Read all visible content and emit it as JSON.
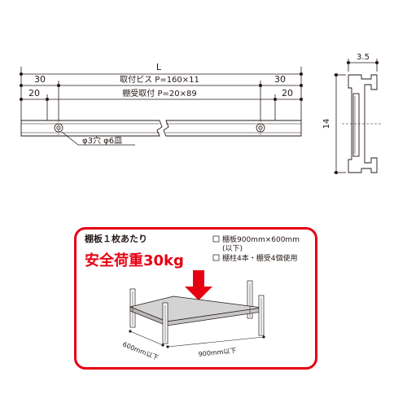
{
  "colors": {
    "accent": "#e60012",
    "line": "#231815",
    "shelf": "#d3d3d3"
  },
  "dimension_drawing": {
    "overall_length": "L",
    "screw_pitch": {
      "left": "30",
      "center": "取付ビス P=160×11",
      "right": "30"
    },
    "shelf_support_pitch": {
      "left": "20",
      "center": "棚受取付 P=20×89",
      "right": "20"
    },
    "hole_note": "φ3穴 φ6皿"
  },
  "section_drawing": {
    "width": "3.5",
    "height": "14"
  },
  "load_panel": {
    "heading": "棚板１枚あたり",
    "load_text": "安全荷重30kg",
    "conditions": [
      {
        "line1": "棚板900mm×600mm",
        "line2": "(以下)"
      },
      {
        "line1": "棚柱4本・棚受4個使用",
        "line2": ""
      }
    ],
    "depth_label": "600mm以下",
    "width_label": "900mm以下"
  }
}
